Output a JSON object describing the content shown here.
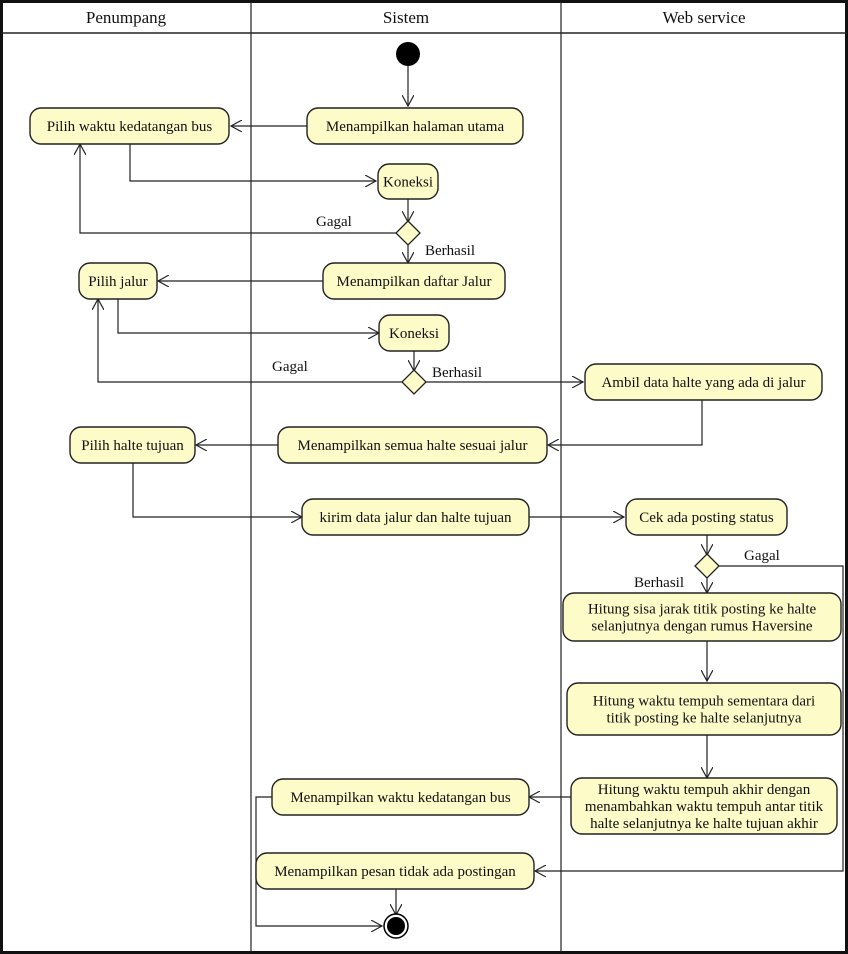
{
  "lanes": [
    {
      "title": "Penumpang"
    },
    {
      "title": "Sistem"
    },
    {
      "title": "Web service"
    }
  ],
  "nodes": {
    "n_halaman": {
      "label": [
        "Menampilkan halaman utama"
      ]
    },
    "n_pilih_waktu": {
      "label": [
        "Pilih waktu kedatangan bus"
      ]
    },
    "n_koneksi1": {
      "label": [
        "Koneksi"
      ]
    },
    "n_daftar_jalur": {
      "label": [
        "Menampilkan daftar Jalur"
      ]
    },
    "n_pilih_jalur": {
      "label": [
        "Pilih jalur"
      ]
    },
    "n_koneksi2": {
      "label": [
        "Koneksi"
      ]
    },
    "n_ambil_halte": {
      "label": [
        "Ambil data halte yang ada di jalur"
      ]
    },
    "n_semua_halte": {
      "label": [
        "Menampilkan semua halte sesuai jalur"
      ]
    },
    "n_pilih_halte": {
      "label": [
        "Pilih halte tujuan"
      ]
    },
    "n_kirim": {
      "label": [
        "kirim data jalur dan halte tujuan"
      ]
    },
    "n_cek": {
      "label": [
        "Cek ada posting status"
      ]
    },
    "n_hitung_jarak": {
      "label": [
        "Hitung sisa jarak titik posting ke halte",
        "selanjutnya dengan rumus Haversine"
      ]
    },
    "n_hitung_sementara": {
      "label": [
        "Hitung waktu tempuh sementara dari",
        "titik posting ke halte selanjutnya"
      ]
    },
    "n_hitung_akhir": {
      "label": [
        "Hitung waktu tempuh akhir dengan",
        "menambahkan waktu tempuh antar titik",
        "halte selanjutnya ke halte tujuan akhir"
      ]
    },
    "n_tampil_waktu": {
      "label": [
        "Menampilkan waktu kedatangan bus"
      ]
    },
    "n_tampil_pesan": {
      "label": [
        "Menampilkan pesan tidak ada postingan"
      ]
    }
  },
  "guards": {
    "g1_fail": "Gagal",
    "g1_ok": "Berhasil",
    "g2_fail": "Gagal",
    "g2_ok": "Berhasil",
    "g3_fail": "Gagal",
    "g3_ok": "Berhasil"
  },
  "colors": {
    "node_fill": "#fdfbc8",
    "stroke": "#222222"
  }
}
